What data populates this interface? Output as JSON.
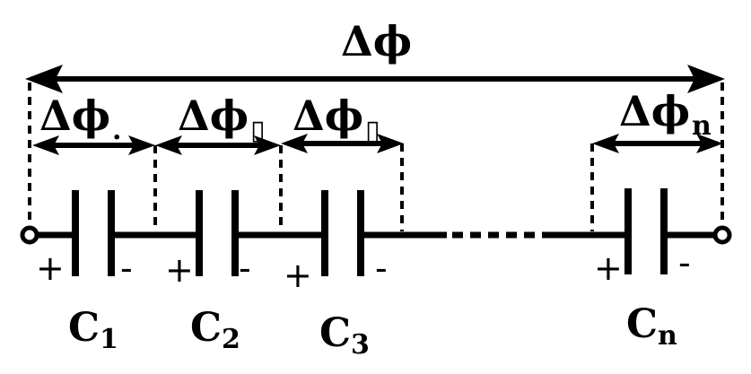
{
  "total_label": "Δϕ",
  "segments": [
    {
      "symbol": "Δϕ",
      "subscript": "."
    },
    {
      "symbol": "Δϕ",
      "subscript": "▯"
    },
    {
      "symbol": "Δϕ",
      "subscript": "▯"
    },
    {
      "symbol": "Δϕ",
      "subscript": "n"
    }
  ],
  "capacitors": [
    {
      "name": "C",
      "subscript": "1",
      "plus": "+",
      "minus": "-"
    },
    {
      "name": "C",
      "subscript": "2",
      "plus": "+",
      "minus": "-"
    },
    {
      "name": "C",
      "subscript": "3",
      "plus": "+",
      "minus": "-"
    },
    {
      "name": "C",
      "subscript": "n",
      "plus": "+",
      "minus": "-"
    }
  ]
}
